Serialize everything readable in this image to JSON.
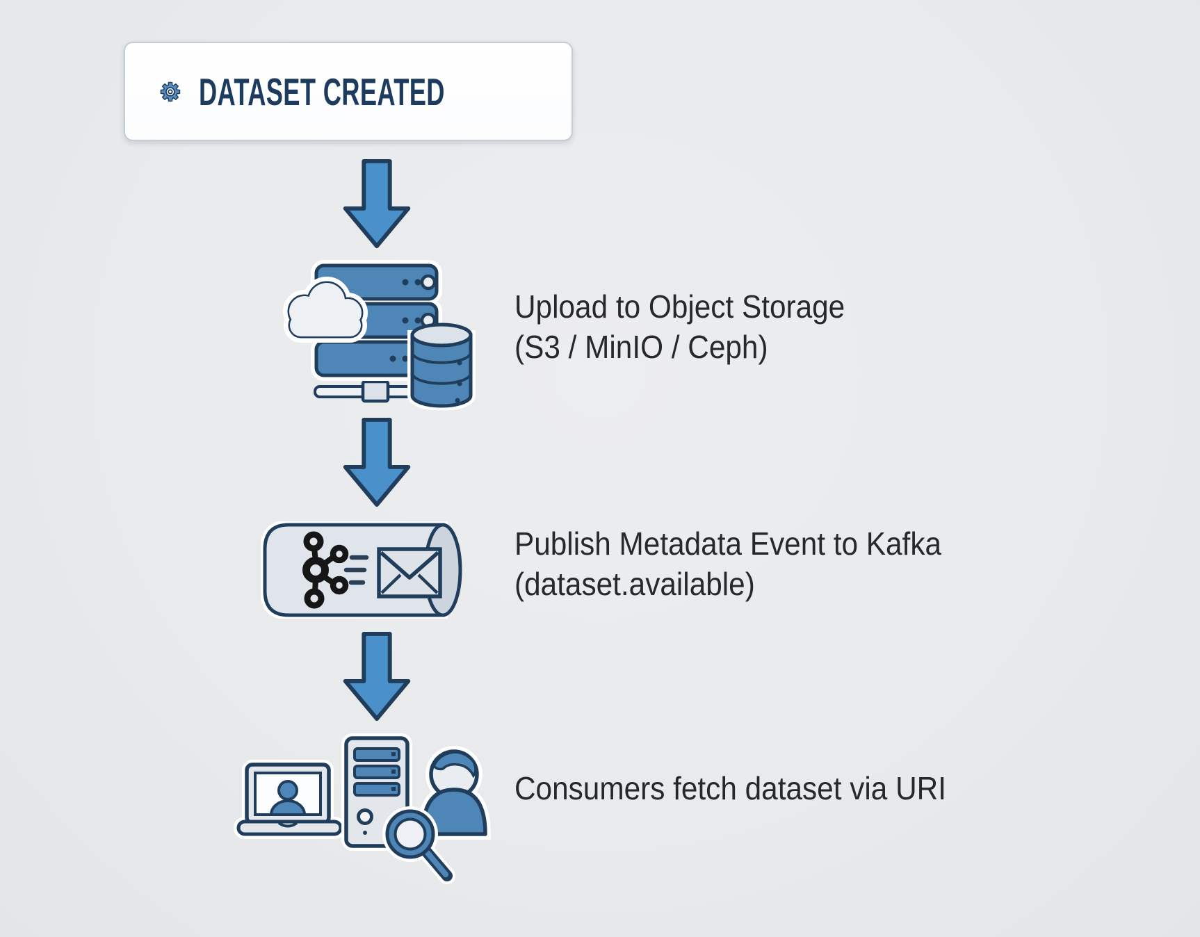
{
  "palette": {
    "background": "#e8eaec",
    "primary_blue": "#4f86b8",
    "arrow_blue": "#4a90ca",
    "outline_navy": "#203e5c",
    "light_fill": "#e4e8ed",
    "cylinder_fill": "#dfe5eb",
    "text_dark": "#26282a",
    "heading_navy": "#1d3b5e",
    "box_background": "#ffffff",
    "box_border": "#c6ccd4",
    "kafka_logo_black": "#161616"
  },
  "diagram": {
    "title_box": {
      "label": "DATASET CREATED",
      "icon": "gear-icon"
    },
    "connector": "down-block-arrow",
    "steps": [
      {
        "icon": "object-storage-icon",
        "line1": "Upload to Object Storage",
        "line2": "(S3 / MinIO / Ceph)"
      },
      {
        "icon": "kafka-event-icon",
        "line1": "Publish Metadata Event to Kafka",
        "line2": "(dataset.available)"
      },
      {
        "icon": "consumers-icon",
        "line1": "Consumers fetch dataset via URI"
      }
    ]
  }
}
